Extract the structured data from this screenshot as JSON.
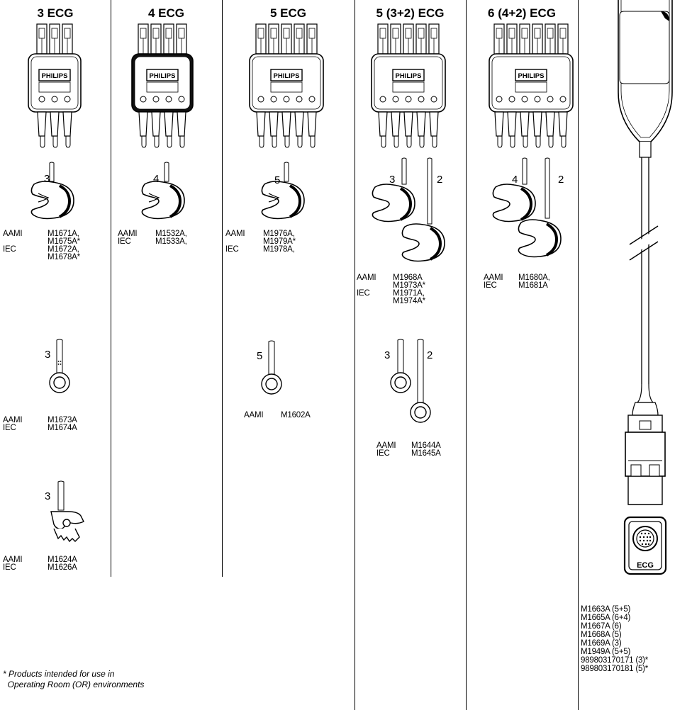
{
  "columns": [
    {
      "header": "3 ECG"
    },
    {
      "header": "4 ECG"
    },
    {
      "header": "5 ECG"
    },
    {
      "header": "5 (3+2) ECG"
    },
    {
      "header": "6 (4+2) ECG"
    }
  ],
  "brand": "PHILIPS",
  "standards": {
    "aami": "AAMI",
    "iec": "IEC"
  },
  "col3": {
    "grabber_count": "3",
    "grabber_aami": "M1671A,\nM1675A*",
    "grabber_iec": "M1672A,\nM1678A*",
    "snap_count": "3",
    "snap_aami": "M1673A",
    "snap_iec": "M1674A",
    "clip_count": "3",
    "clip_aami": "M1624A",
    "clip_iec": "M1626A"
  },
  "col4": {
    "grabber_count": "4",
    "grabber_aami": "M1532A,",
    "grabber_iec": "M1533A,"
  },
  "col5": {
    "grabber_count": "5",
    "grabber_aami": "M1976A,\nM1979A*",
    "grabber_iec": "M1978A,",
    "snap_count": "5",
    "snap_aami": "M1602A"
  },
  "col532": {
    "grabber_count_a": "3",
    "grabber_count_b": "2",
    "grabber_aami": "M1968A\nM1973A*",
    "grabber_iec": "M1971A,\nM1974A*",
    "snap_count_a": "3",
    "snap_count_b": "2",
    "snap_aami": "M1644A",
    "snap_iec": "M1645A"
  },
  "col642": {
    "grabber_count_a": "4",
    "grabber_count_b": "2",
    "grabber_aami": "M1680A,",
    "grabber_iec": "M1681A"
  },
  "trunk": {
    "connector_label": "ECG",
    "part_numbers": [
      "M1663A (5+5)",
      "M1665A (6+4)",
      "M1667A (6)",
      "M1668A (5)",
      "M1669A (3)",
      "M1949A (5+5)",
      "989803170171 (3)*",
      "989803170181 (5)*"
    ]
  },
  "footnote": {
    "line1": "* Products intended for use in",
    "line2": "  Operating Room (OR) environments"
  }
}
